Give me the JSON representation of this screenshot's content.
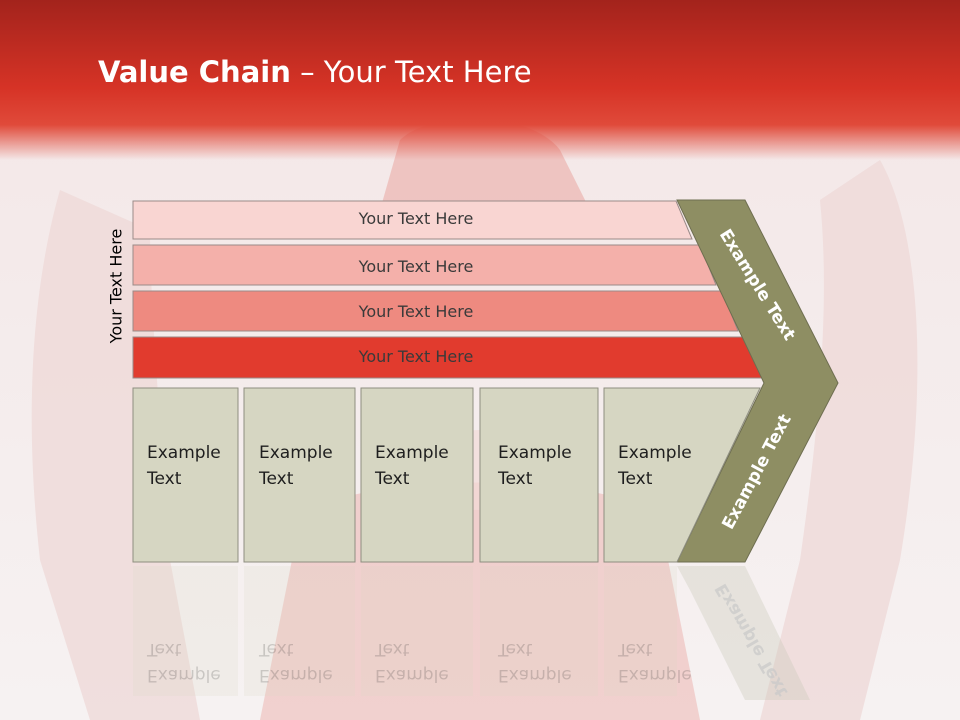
{
  "title": {
    "bold": "Value Chain",
    "rest": " – Your Text Here"
  },
  "side_label": "Your Text Here",
  "bars": [
    {
      "label": "Your Text Here",
      "color": "#f9d5d2"
    },
    {
      "label": "Your Text Here",
      "color": "#f4b0aa"
    },
    {
      "label": "Your Text Here",
      "color": "#ee8a80"
    },
    {
      "label": "Your Text Here",
      "color": "#e13b2e"
    }
  ],
  "boxes": [
    {
      "line1": "Example",
      "line2": "Text"
    },
    {
      "line1": "Example",
      "line2": "Text"
    },
    {
      "line1": "Example",
      "line2": "Text"
    },
    {
      "line1": "Example",
      "line2": "Text"
    },
    {
      "line1": "Example",
      "line2": "Text"
    }
  ],
  "chevron": {
    "upper_label": "Example Text",
    "lower_label": "Example Text",
    "color": "#8e8e63"
  },
  "colors": {
    "header": "#d63326",
    "box": "#d6d6c2",
    "box_border": "#8e8e80"
  }
}
